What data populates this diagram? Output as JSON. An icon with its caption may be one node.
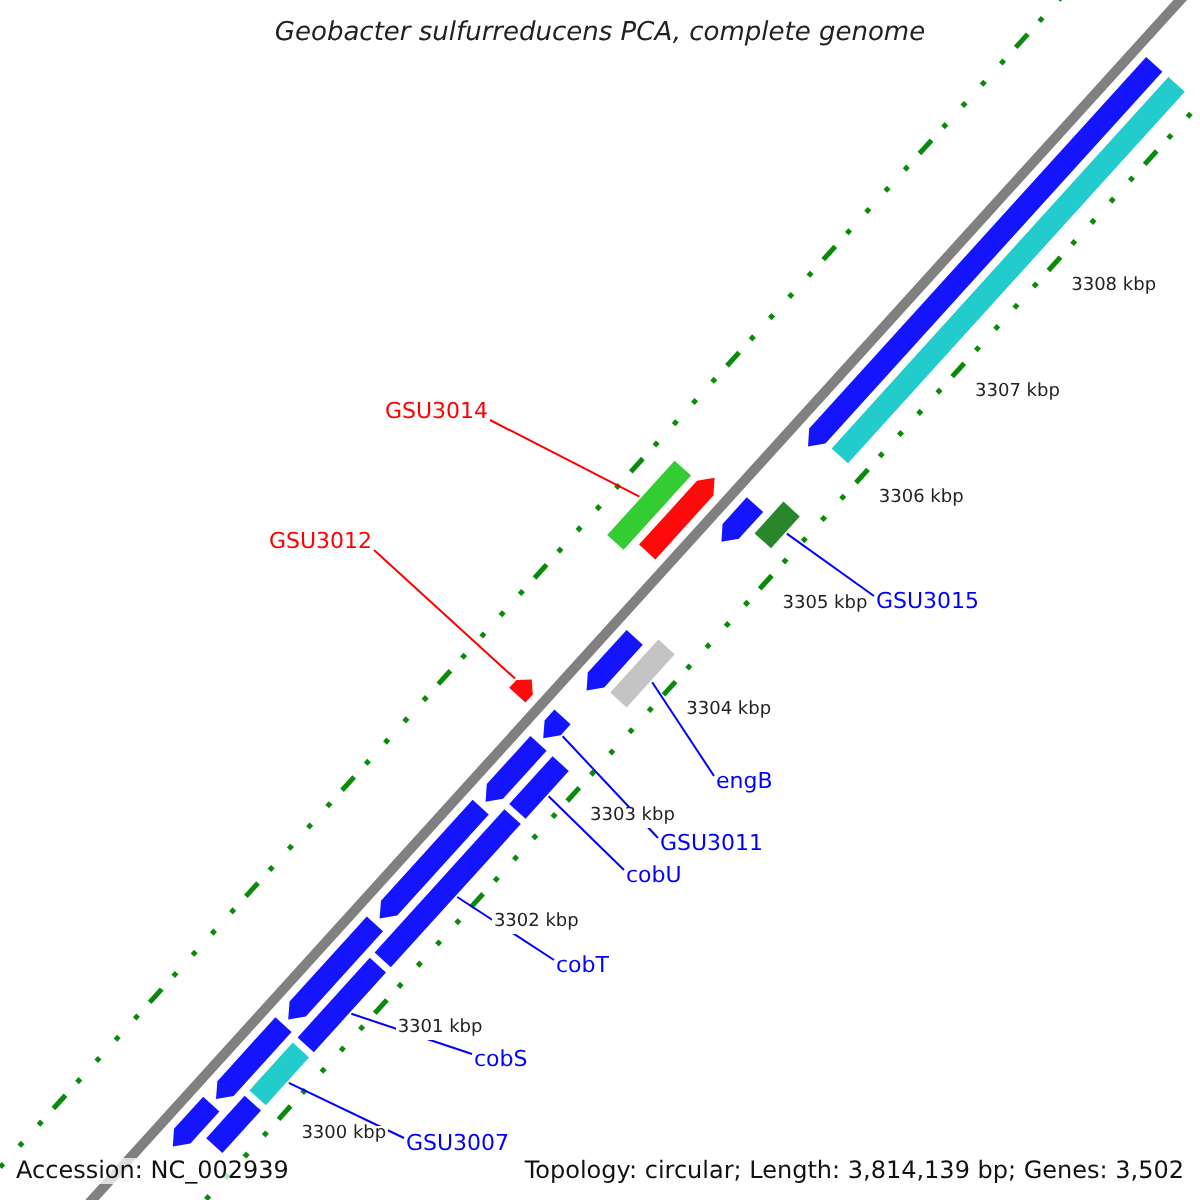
{
  "diagram": {
    "title": "Geobacter sulfurreducens PCA, complete genome",
    "nodes": [
      {
        "text": [
          "GSU3014"
        ]
      },
      {
        "text": [
          "GSU3012"
        ]
      },
      {
        "text": [
          "GSU3015"
        ]
      },
      {
        "text": [
          "engB"
        ]
      },
      {
        "text": [
          "GSU3011"
        ]
      },
      {
        "text": [
          "cobU"
        ]
      },
      {
        "text": [
          "cobT"
        ]
      },
      {
        "text": [
          "cobS"
        ]
      },
      {
        "text": [
          "GSU3007"
        ]
      },
      {
        "text": [],
        "shape": "bar"
      },
      {
        "text": [],
        "shape": "bar"
      },
      {
        "text": [],
        "shape": "bar"
      },
      {
        "text": [],
        "shape": "bar"
      },
      {
        "text": [],
        "shape": "bar"
      },
      {
        "text": [],
        "shape": "bar"
      },
      {
        "text": [],
        "shape": "bar"
      },
      {
        "text": [],
        "shape": "bar"
      },
      {
        "text": [],
        "shape": "bar"
      },
      {
        "text": [],
        "shape": "bar"
      },
      {
        "text": [],
        "shape": "bar"
      },
      {
        "text": [],
        "shape": "bar"
      },
      {
        "text": [],
        "shape": "bar"
      },
      {
        "text": [],
        "shape": "bar"
      },
      {
        "text": [],
        "shape": "bar"
      },
      {
        "text": [],
        "shape": "bar"
      },
      {
        "text": [],
        "shape": "bar"
      },
      {
        "text": [],
        "shape": "bar"
      },
      {
        "text": [],
        "shape": "bar"
      },
      {
        "text": [],
        "shape": "bar"
      }
    ],
    "edges": [
      {
        "from": 0,
        "to": 9,
        "arrow": "none",
        "color": "#ff0000"
      },
      {
        "from": 1,
        "to": 10,
        "arrow": "none",
        "color": "#ff0000"
      },
      {
        "from": 2,
        "to": 11,
        "arrow": "none"
      },
      {
        "from": 3,
        "to": 12,
        "arrow": "none"
      },
      {
        "from": 4,
        "to": 13,
        "arrow": "none"
      },
      {
        "from": 5,
        "to": 14,
        "arrow": "none"
      },
      {
        "from": 6,
        "to": 15,
        "arrow": "none"
      },
      {
        "from": 7,
        "to": 16,
        "arrow": "none"
      },
      {
        "from": 8,
        "to": 17,
        "arrow": "none"
      }
    ],
    "labels": [
      "3300 kbp",
      "3301 kbp",
      "3302 kbp",
      "3303 kbp",
      "3304 kbp",
      "3305 kbp",
      "3306 kbp",
      "3307 kbp",
      "3308 kbp",
      "Accession: NC_002939",
      "Topology: circular; Length: 3,814,139 bp; Genes: 3,502"
    ]
  }
}
